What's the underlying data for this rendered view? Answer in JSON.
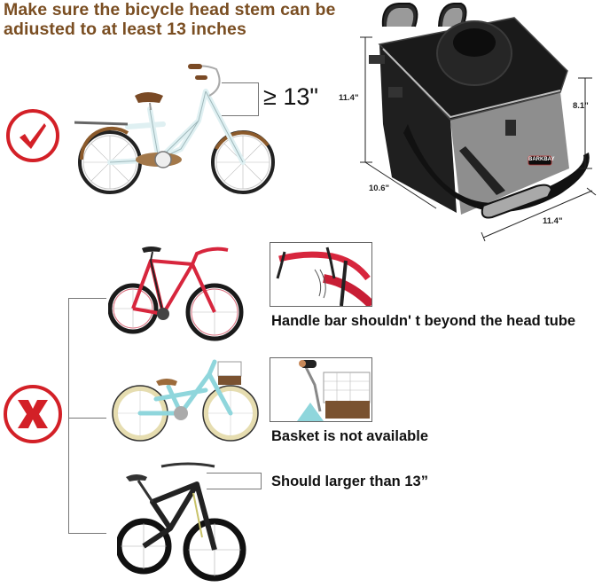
{
  "header": {
    "line1": "Make sure the bicycle head stem can be",
    "line2": "adiusted to at least 13 inches"
  },
  "approved": {
    "icon": "check-mark-icon",
    "measurement_label": "≥ 13\""
  },
  "carrier_bag": {
    "brand_label": "BARKBAY",
    "dimensions": {
      "height": "11.4\"",
      "front_height": "8.1\"",
      "depth": "10.6\"",
      "width": "11.4\""
    }
  },
  "rejected": {
    "icon": "x-mark-icon",
    "items": [
      {
        "caption": "Handle bar shouldn' t beyond the head tube",
        "bike": "road-bike"
      },
      {
        "caption": "Basket is not available",
        "bike": "basket-bike"
      },
      {
        "caption": "Should larger than 13”",
        "bike": "mountain-bike"
      }
    ]
  },
  "colors": {
    "headline": "#7a4e22",
    "icon_red": "#d32027",
    "caption": "#111111"
  }
}
